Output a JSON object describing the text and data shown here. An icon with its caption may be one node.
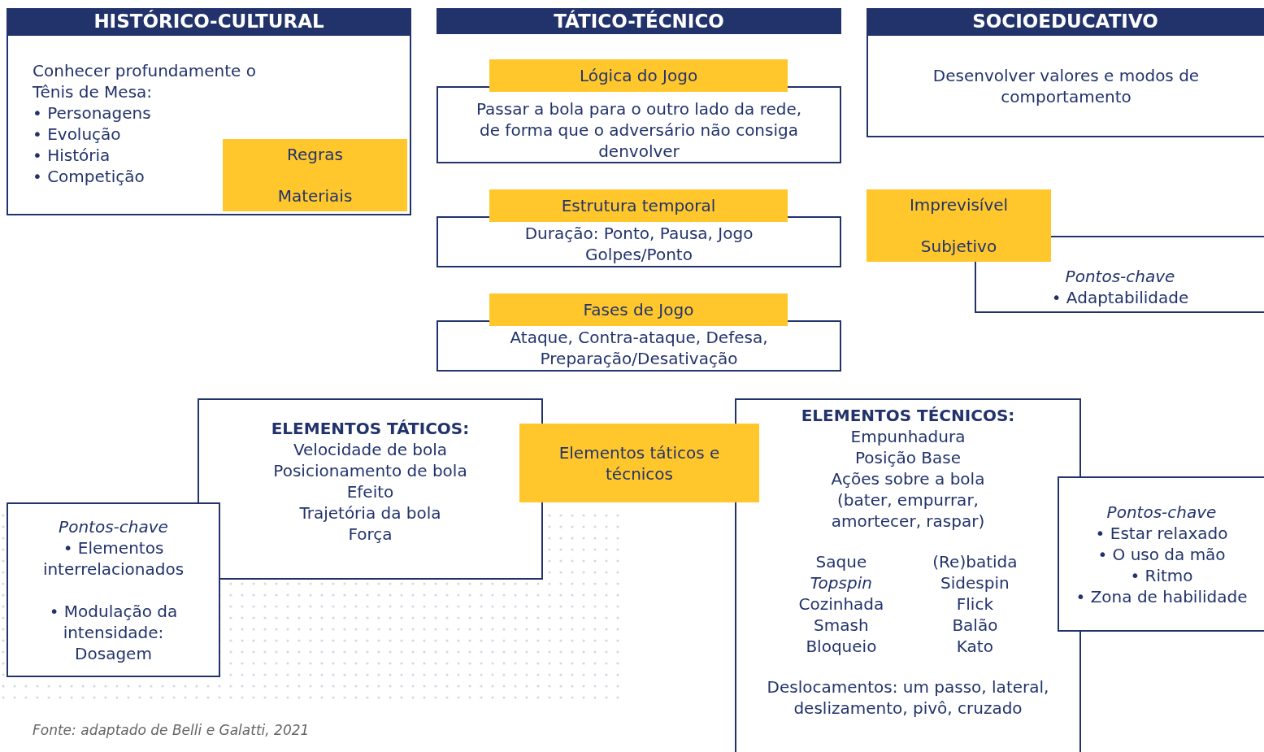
{
  "diagram": {
    "caption": "Fonte: adaptado de Belli e Galatti, 2021",
    "nodes": [
      {
        "text": [
          "HISTÓRICO-CULTURAL"
        ]
      },
      {
        "text": [
          "Conhecer profundamente o Tênis de Mesa:",
          "• Personagens",
          "• Evolução",
          "• História",
          "• Competição"
        ]
      },
      {
        "text": [
          "Regras",
          "Materiais"
        ],
        "in": 1
      },
      {
        "text": [
          "TÁTICO-TÉCNICO"
        ]
      },
      {
        "text": [
          "Lógica do Jogo"
        ]
      },
      {
        "text": [
          "Passar a bola para o outro lado da rede, de forma que o adversário não consiga denvolver"
        ]
      },
      {
        "text": [
          "Estrutura temporal"
        ]
      },
      {
        "text": [
          "Duração: Ponto, Pausa, Jogo Golpes/Ponto"
        ]
      },
      {
        "text": [
          "Fases de Jogo"
        ]
      },
      {
        "text": [
          "Ataque, Contra-ataque, Defesa, Preparação/Desativação"
        ]
      },
      {
        "text": [
          "SOCIOEDUCATIVO"
        ]
      },
      {
        "text": [
          "Desenvolver valores e modos de comportamento"
        ]
      },
      {
        "text": [
          "Imprevisível",
          "Subjetivo"
        ]
      },
      {
        "text": [
          "Pontos-chave",
          "• Adaptabilidade"
        ]
      },
      {
        "text": [
          "ELEMENTOS TÁTICOS:",
          "Velocidade de bola",
          "Posicionamento de bola",
          "Efeito",
          "Trajetória da bola",
          "Força"
        ]
      },
      {
        "text": [
          "Elementos táticos e técnicos"
        ]
      },
      {
        "text": [
          "ELEMENTOS TÉCNICOS:",
          "Empunhadura",
          "Posição Base",
          "Ações sobre a bola (bater, empurrar, amortecer, raspar)",
          "Saque",
          "Topspin",
          "Cozinhada",
          "Smash",
          "Bloqueio",
          "(Re)batida",
          "Sidespin",
          "Flick",
          "Balão",
          "Kato",
          "Deslocamentos: um passo, lateral, deslizamento, pivô, cruzado"
        ]
      },
      {
        "text": [
          "Pontos-chave",
          "• Elementos interrelacionados",
          "• Modulação da intensidade: Dosagem"
        ]
      },
      {
        "text": [
          "Pontos-chave",
          "• Estar relaxado",
          "• O uso da mão",
          "• Ritmo",
          "• Zona de habilidade"
        ]
      }
    ]
  }
}
